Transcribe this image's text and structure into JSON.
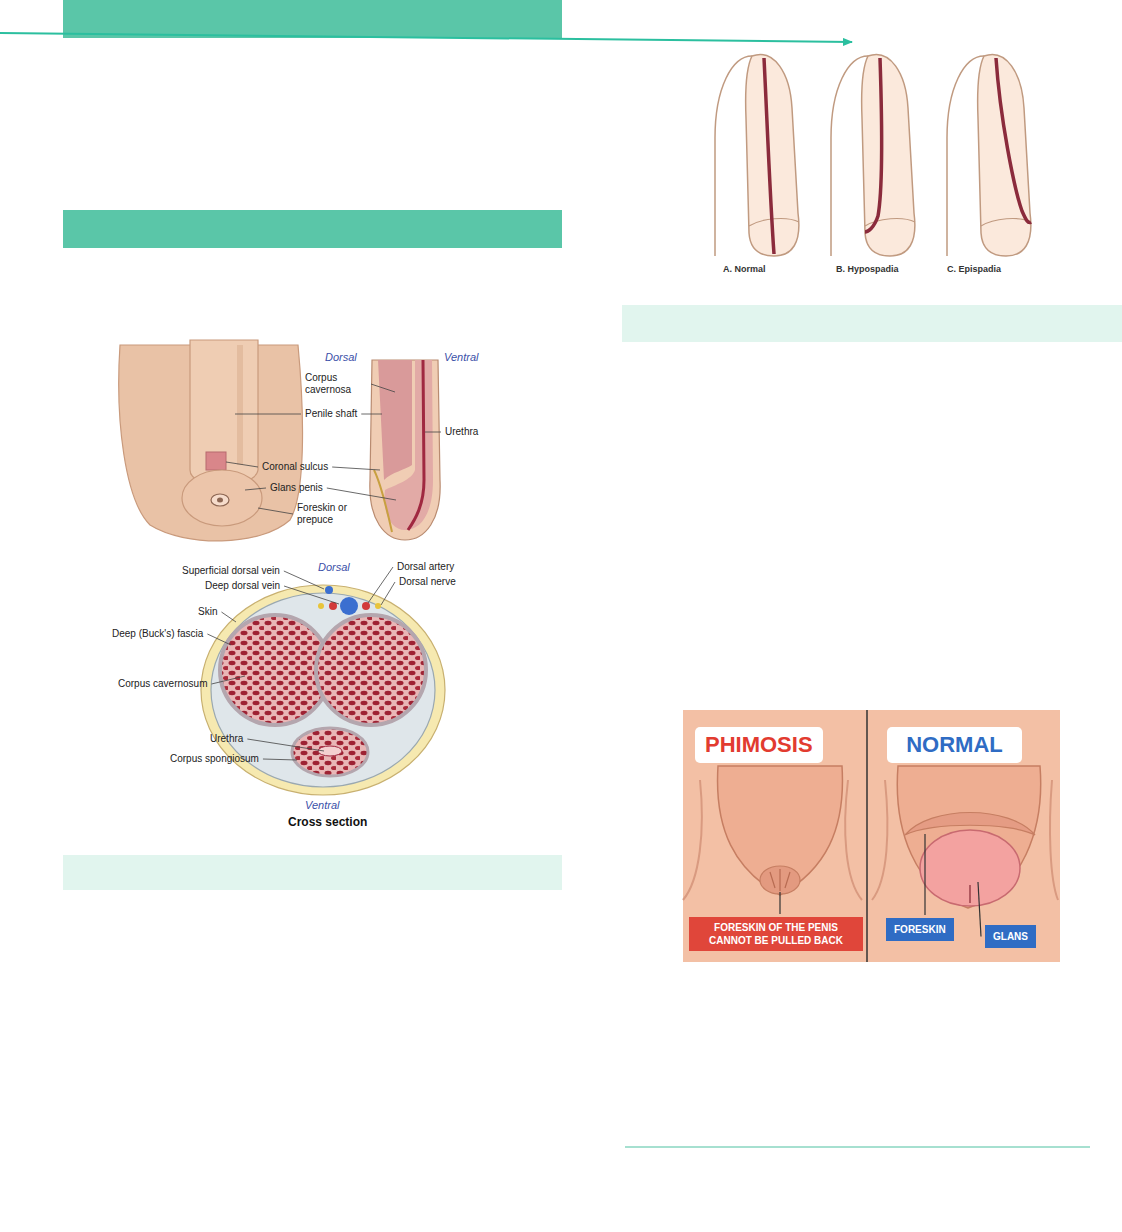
{
  "diagram": {
    "nodes": [
      {
        "text": [
          "PHIMOSIS"
        ]
      },
      {
        "text": [
          "NORMAL"
        ]
      },
      {
        "text": [
          "FORESKIN OF THE PENIS CANNOT BE PULLED BACK"
        ]
      },
      {
        "text": [
          "FORESKIN"
        ]
      },
      {
        "text": [
          "GLANS"
        ]
      }
    ],
    "labels": [
      "Dorsal",
      "Ventral",
      "Corpus cavernosa",
      "Penile shaft",
      "Urethra",
      "Coronal sulcus",
      "Glans penis",
      "Foreskin or prepuce",
      "Superficial dorsal vein",
      "Deep dorsal vein",
      "Dorsal",
      "Dorsal artery",
      "Dorsal nerve",
      "Skin",
      "Deep (Buck's) fascia",
      "Corpus cavernosum",
      "Urethra",
      "Corpus spongiosum",
      "Ventral",
      "Cross section",
      "A. Normal",
      "B. Hypospadia",
      "C. Epispadia"
    ]
  }
}
